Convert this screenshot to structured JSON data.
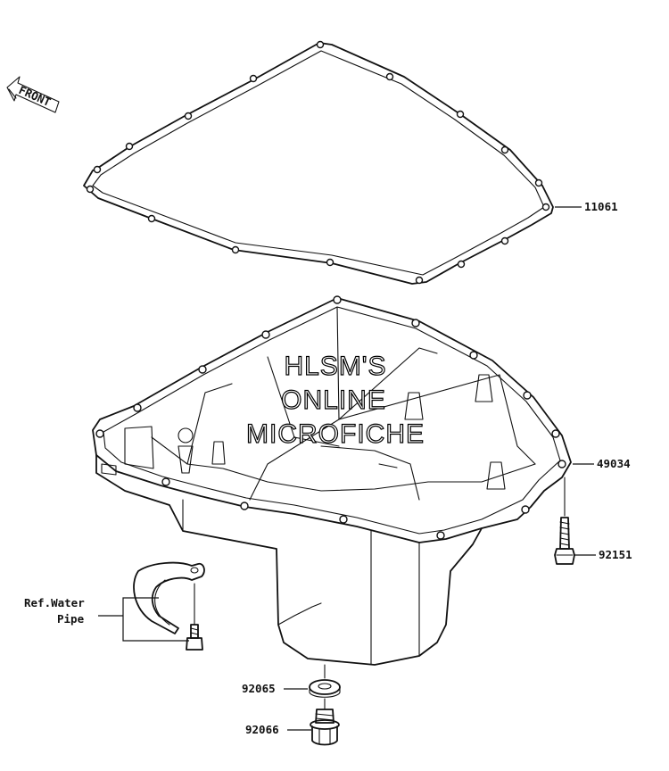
{
  "front_arrow": {
    "label": "FRONT"
  },
  "watermark": {
    "line1": "HLSM'S",
    "line2": "ONLINE",
    "line3": "MICROFICHE"
  },
  "callouts": {
    "gasket": "11061",
    "oil_pan": "49034",
    "pan_bolt": "92151",
    "washer": "92065",
    "drain_plug": "92066",
    "ref_line1": "Ref.Water",
    "ref_line2": "Pipe"
  }
}
